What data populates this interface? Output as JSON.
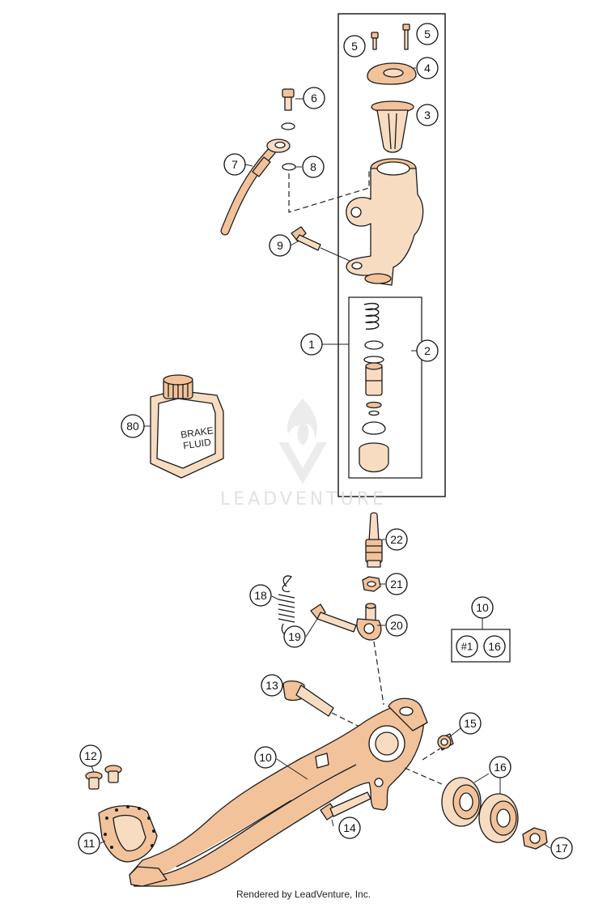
{
  "watermark": "LEADVENTURE",
  "footer": "Rendered by LeadVenture, Inc.",
  "container": {
    "label": "BRAKE\nFLUID",
    "label_line1": "BRAKE",
    "label_line2": "FLUID"
  },
  "callouts": {
    "c1": "1",
    "c2": "2",
    "c3": "3",
    "c4": "4",
    "c5a": "5",
    "c5b": "5",
    "c6": "6",
    "c7": "7",
    "c8": "8",
    "c9": "9",
    "c10a": "10",
    "c10b": "10",
    "c11": "11",
    "c12": "12",
    "c13": "13",
    "c14": "14",
    "c15": "15",
    "c16a": "16",
    "c16b": "16",
    "c17": "17",
    "c18": "18",
    "c19": "19",
    "c20": "20",
    "c21": "21",
    "c22": "22",
    "c80": "80",
    "kit1": "#1"
  }
}
